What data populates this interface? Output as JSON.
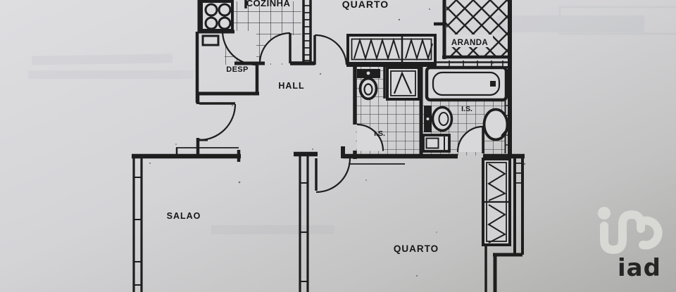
{
  "image": {
    "kind": "scanned-floor-plan-photo"
  },
  "rooms": {
    "cozinha": {
      "label": "COZINHA"
    },
    "quarto_top": {
      "label": "QUARTO"
    },
    "varanda": {
      "label": "ARANDA"
    },
    "desp": {
      "label": "DESP"
    },
    "hall": {
      "label": "HALL"
    },
    "is_small": {
      "label": "I.S."
    },
    "is_large": {
      "label": "I.S."
    },
    "salao": {
      "label": "SALAO"
    },
    "quarto_bottom": {
      "label": "QUARTO"
    }
  },
  "fixtures": [
    "stove-4-burner",
    "kitchen-counter",
    "wardrobe-top-bedroom",
    "balcony-tiled-floor",
    "toilet-small-bath",
    "shower-stall",
    "bathtub",
    "toilet-large-bath",
    "bidet",
    "washbasin",
    "wardrobe-bottom-bedroom"
  ],
  "watermark": {
    "brand": "iad"
  },
  "colors": {
    "paper_light": "#dedee1",
    "paper_mid": "#cfcfd2",
    "paper_dark": "#acacaa",
    "ink": "#1e1e1e",
    "watermark": "#dcdcd8"
  }
}
